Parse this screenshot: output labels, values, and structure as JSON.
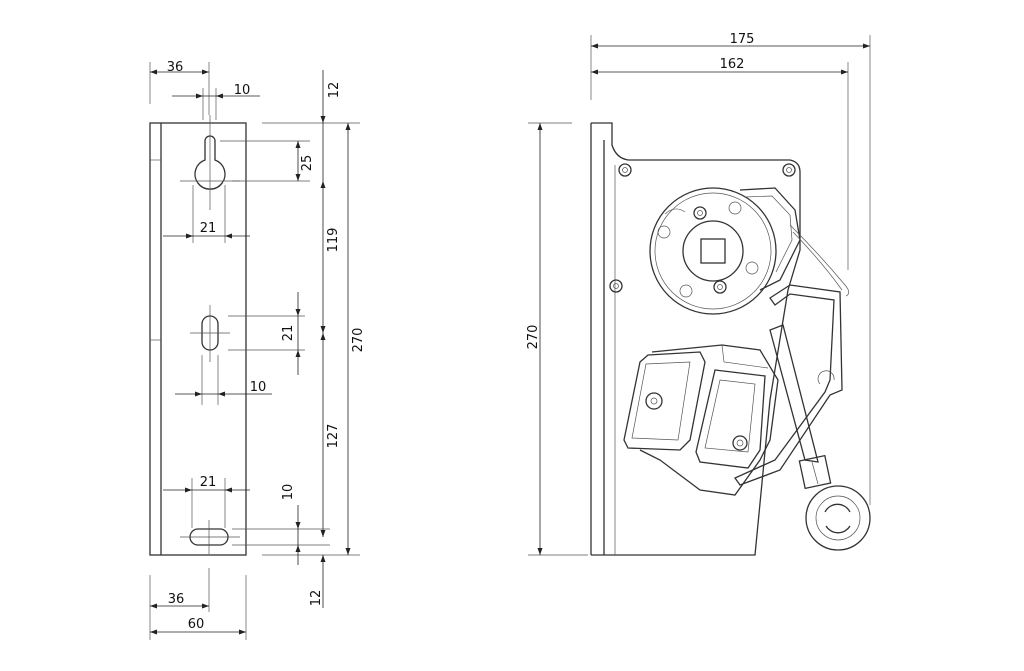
{
  "front_view": {
    "dims": {
      "top_offset": "36",
      "slot_width_top": "10",
      "top_margin": "12",
      "keyhole_height": "25",
      "keyhole_width": "21",
      "spacing_upper": "119",
      "total_height": "270",
      "middle_slot_height": "21",
      "middle_slot_width": "10",
      "spacing_lower": "127",
      "bottom_slot_width": "21",
      "bottom_slot_height": "10",
      "bottom_margin": "12",
      "bottom_offset": "36",
      "plate_width": "60"
    }
  },
  "side_view": {
    "dims": {
      "overall_width": "175",
      "inner_width": "162",
      "height": "270"
    }
  }
}
